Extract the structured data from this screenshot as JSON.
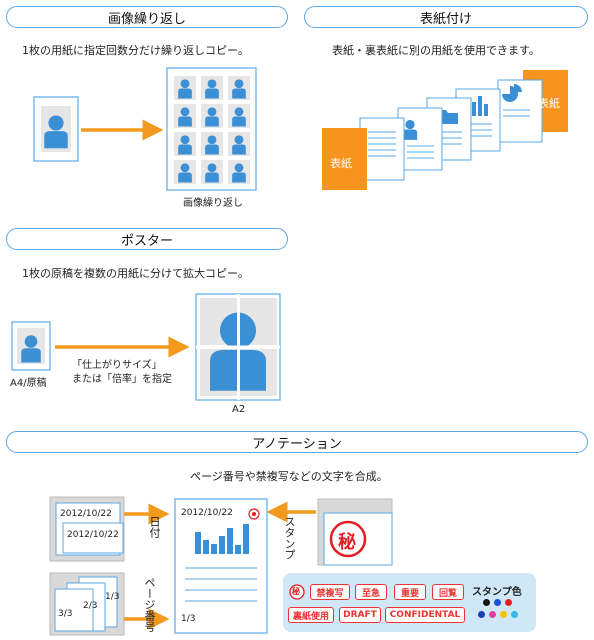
{
  "sections": {
    "repeat": {
      "title": "画像繰り返し",
      "desc": "1枚の用紙に指定回数分だけ繰り返しコピー。",
      "caption": "画像繰り返し"
    },
    "cover": {
      "title": "表紙付け",
      "desc": "表紙・裏表紙に別の用紙を使用できます。",
      "front": "表紙",
      "back": "裏表紙"
    },
    "poster": {
      "title": "ポスター",
      "desc": "1枚の原稿を複数の用紙に分けて拡大コピー。",
      "original_label": "A4/原稿",
      "instruction_line1": "「仕上がりサイズ」",
      "instruction_line2": "または「倍率」を指定",
      "result_label": "A2"
    },
    "annotation": {
      "title": "アノテーション",
      "desc": "ページ番号や禁複写などの文字を合成。",
      "date_sample_1": "2012/10/22",
      "date_sample_2": "2012/10/22",
      "date_label": "日付",
      "page_samples": [
        "3/3",
        "2/3",
        "1/3"
      ],
      "page_label": "ページ番号",
      "stamp_label": "スタンプ",
      "stamp_big": "秘",
      "doc_date": "2012/10/22",
      "doc_page": "1/3",
      "stamp_tags_row1": [
        "秘",
        "禁複写",
        "至急",
        "重要",
        "回覧"
      ],
      "stamp_tags_row2": [
        "裏紙使用",
        "DRAFT",
        "CONFIDENTAL"
      ],
      "stamp_color_label": "スタンプ色",
      "stamp_colors_row1": [
        "#111111",
        "#1a4fd6",
        "#e31c23"
      ],
      "stamp_colors_row2": [
        "#1a3fb0",
        "#e040a0",
        "#f5c400",
        "#35b8e8"
      ]
    }
  },
  "colors": {
    "accent_blue": "#5aa9e6",
    "arrow_orange": "#f39a1e",
    "cover_orange": "#f7941d",
    "silhouette_blue": "#3b8fd4",
    "stamp_red": "#e31c23"
  }
}
